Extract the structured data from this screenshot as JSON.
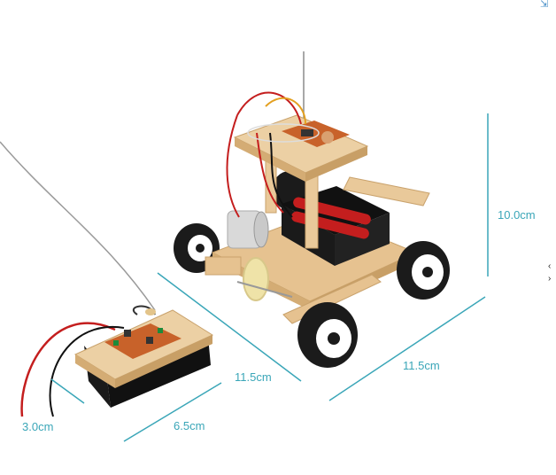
{
  "dimensions": {
    "height": "10.0cm",
    "length_left": "11.5cm",
    "length_right": "11.5cm",
    "remote_width": "6.5cm",
    "remote_height": "3.0cm"
  },
  "colors": {
    "dimension_line": "#3aa6b8",
    "wood": "#e9c99a",
    "tire": "#1b1b1b",
    "battery": "#c41e1e",
    "pcb": "#c8622a"
  },
  "icons": {
    "corner": "expand-icon",
    "side": "scroll-arrows-icon"
  }
}
